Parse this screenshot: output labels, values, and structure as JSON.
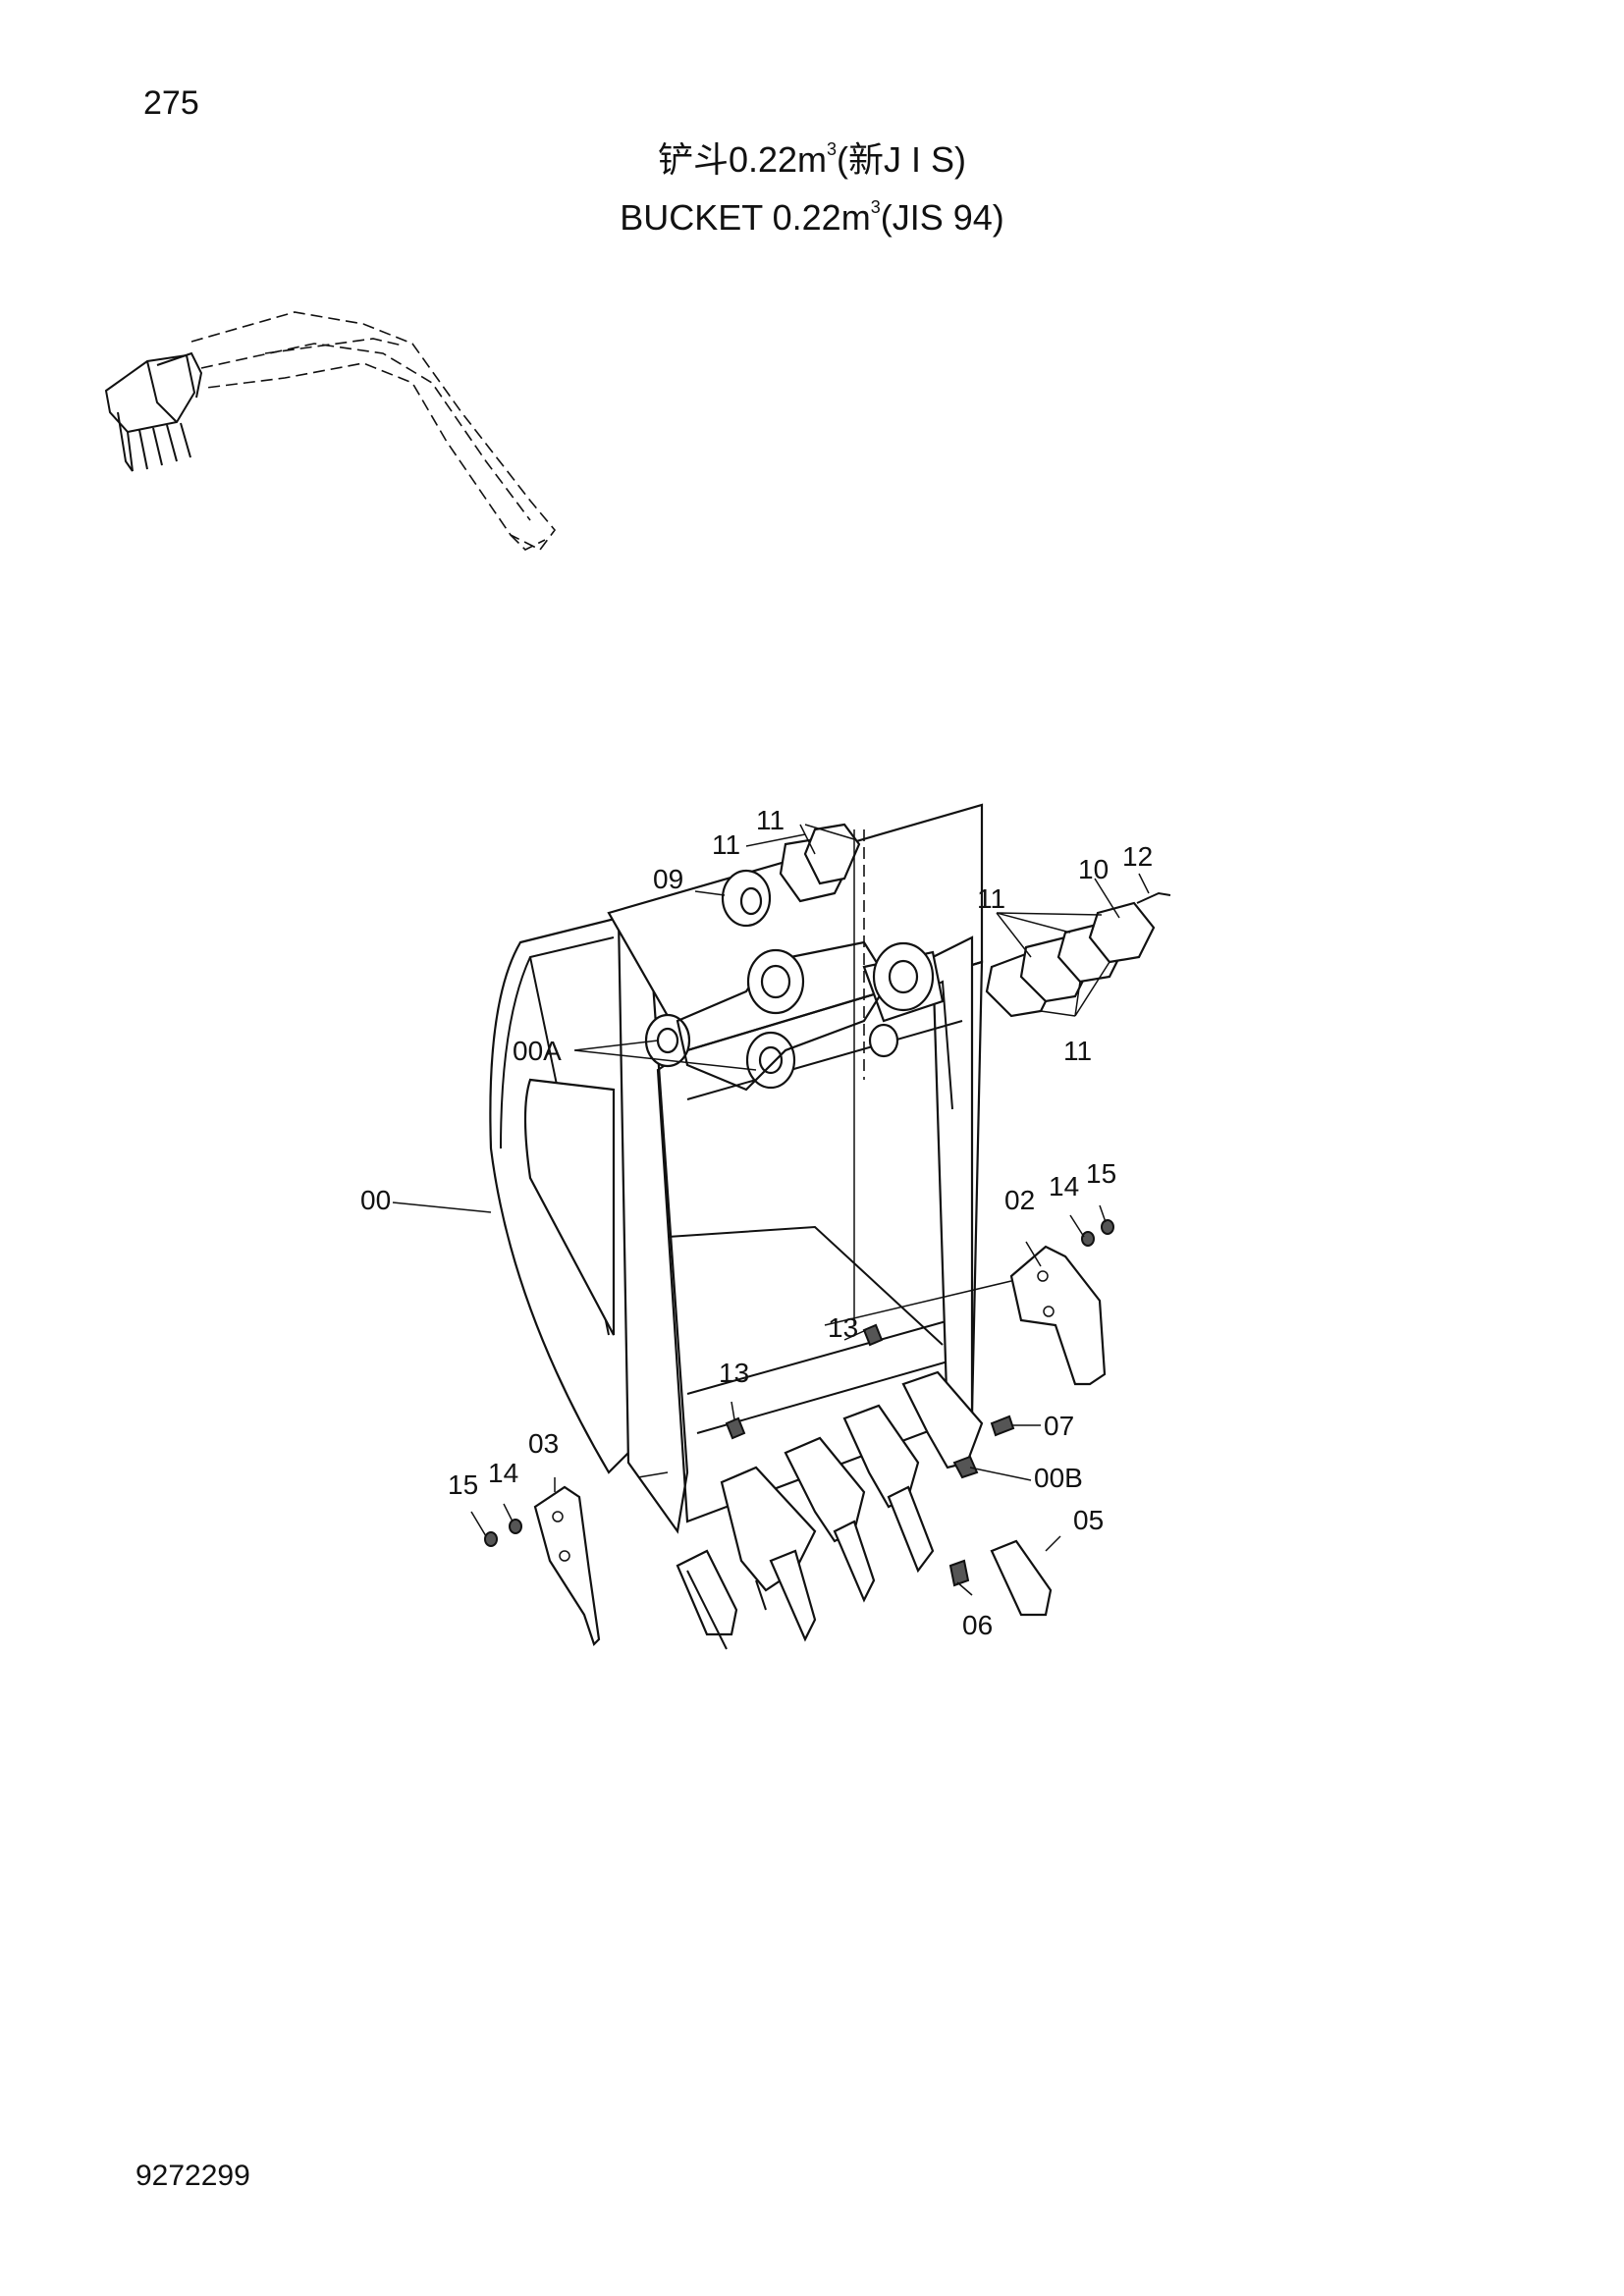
{
  "page_number": "275",
  "title": {
    "zh_prefix": "铲斗0.22m",
    "zh_sup": "3",
    "zh_suffix": "(新J I S)",
    "en_prefix": "BUCKET  0.22m",
    "en_sup": "3",
    "en_suffix": "(JIS 94)"
  },
  "doc_number": "9272299",
  "callouts": {
    "c11a": "11",
    "c11b": "11",
    "c09": "09",
    "c10": "10",
    "c12": "12",
    "c11c": "11",
    "c11d": "11",
    "c00A": "00A",
    "c00": "00",
    "c02": "02",
    "c14r": "14",
    "c15r": "15",
    "c13a": "13",
    "c13b": "13",
    "c07": "07",
    "c00B": "00B",
    "c03": "03",
    "c14l": "14",
    "c15l": "15",
    "c05": "05",
    "c06": "06"
  }
}
